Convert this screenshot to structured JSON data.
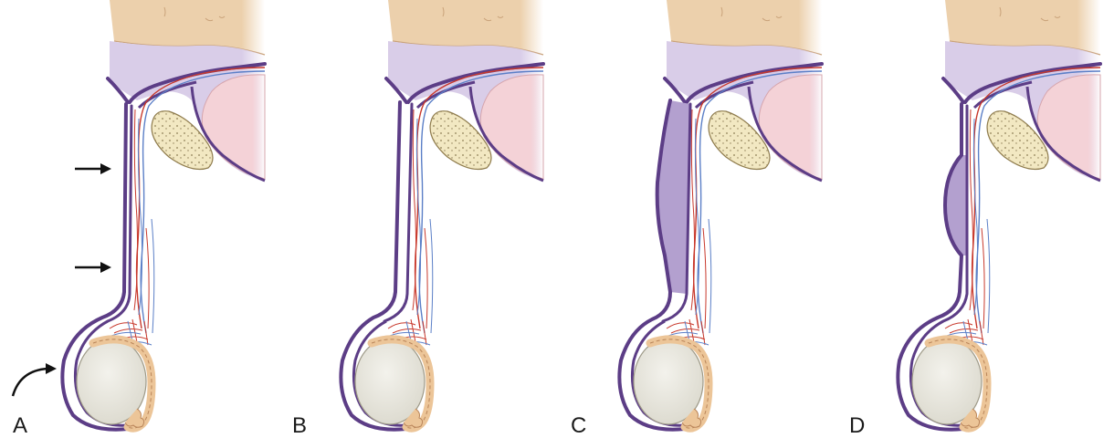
{
  "figure": {
    "panels": [
      {
        "label": "A"
      },
      {
        "label": "B"
      },
      {
        "label": "C"
      },
      {
        "label": "D"
      }
    ]
  },
  "colors": {
    "skin": "#ecd0ac",
    "skin_line": "#c9a27a",
    "peritoneum_light": "#d9cde8",
    "peritoneum_dark": "#5c3d86",
    "sac_fluid": "#b3a0cf",
    "bladder": "#f4d2d7",
    "bone": "#f2e8c2",
    "testis": "#e9e8e0",
    "epididymis": "#ecc598",
    "artery": "#c8392c",
    "vein": "#5b7fc7",
    "arrow": "#111111"
  }
}
